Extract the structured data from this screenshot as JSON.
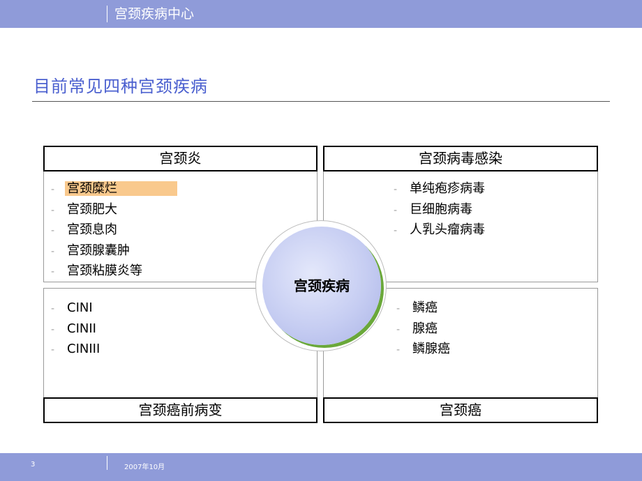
{
  "header": {
    "title": "宫颈疾病中心"
  },
  "page_heading": "目前常见四种宫颈疾病",
  "quadrants": {
    "top_left": {
      "title": "宫颈炎",
      "items": [
        "宫颈糜烂",
        "宫颈肥大",
        "宫颈息肉",
        "宫颈腺囊肿",
        "宫颈粘膜炎等"
      ]
    },
    "top_right": {
      "title": "宫颈病毒感染",
      "items": [
        "单纯疱疹病毒",
        "巨细胞病毒",
        "人乳头瘤病毒"
      ]
    },
    "bottom_left": {
      "title": "宫颈癌前病变",
      "items": [
        "CINI",
        "CINII",
        "CINIII"
      ]
    },
    "bottom_right": {
      "title": "宫颈癌",
      "items": [
        "鳞癌",
        "腺癌",
        "鳞腺癌"
      ]
    }
  },
  "center": {
    "label": "宫颈疾病"
  },
  "bullet": "-",
  "footer": {
    "page_number": "3",
    "date": "2007年10月"
  },
  "colors": {
    "bar": "#8f9bd9",
    "heading": "#4a5fcf",
    "highlight": "#f9c98d",
    "circle": "#c6cdf2",
    "circle_shadow": "#6aa83a"
  }
}
